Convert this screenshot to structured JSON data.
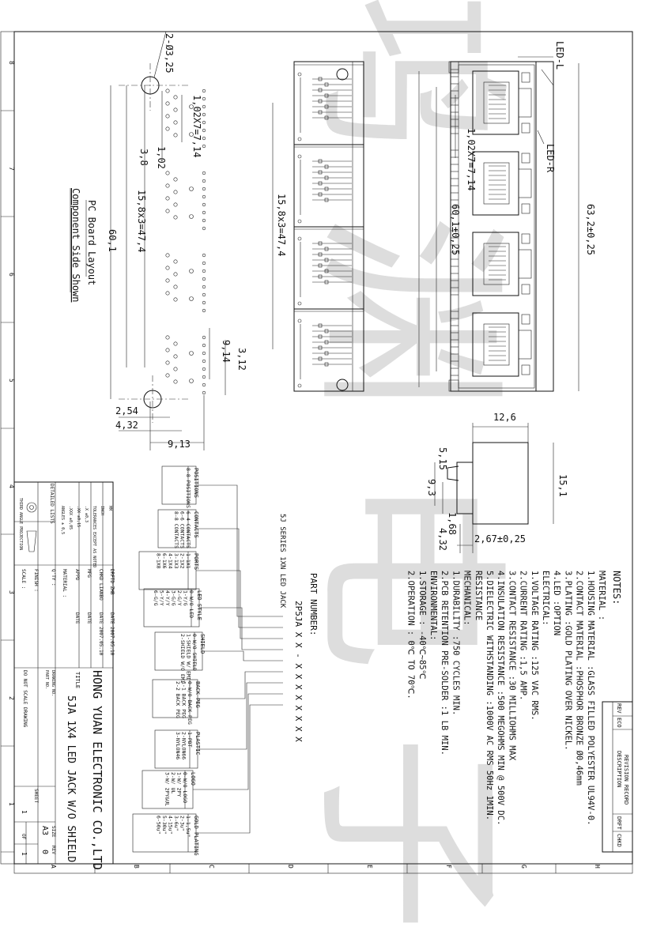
{
  "drawing": {
    "pcb": {
      "title": "PC Board Layout",
      "subtitle": "Component Side Shown",
      "dims": [
        "2-Ø3,25",
        "1,02X7=7,14",
        "1,02",
        "3,8",
        "15,8x3=47,4",
        "60,1",
        "9,14",
        "3,12",
        "2,54",
        "4,32",
        "9,13"
      ]
    },
    "side": {
      "dims": [
        "15,8x3=47,4"
      ]
    },
    "front": {
      "led_l": "LED-L",
      "led_r": "LED-R",
      "dims": [
        "1,02X7=7,14",
        "60,1±0,25",
        "63,2±0,25"
      ]
    },
    "profile": {
      "dims": [
        "12,6",
        "5,15",
        "9,3",
        "1,68",
        "4,32",
        "2,67±0,25",
        "15,1"
      ]
    },
    "notes": {
      "heading": "NOTES:",
      "lines": [
        "MATERIAL :",
        "1.HOUSING MATERIAL        :GLASS FILLED POLYESTER UL94V-0.",
        "2.CONTACT MATERIAL        :PHOSPHOR BRONZE Ø0,46mm",
        "3.PLATING                 :GOLD PLATING OVER NICKEL.",
        "4.LED                     :OPTION",
        "ELECTRICAL:",
        "1.VOLTAGE RATING          :125 VAC RMS.",
        "2.CURRENT RATING          :1,5 AMP.",
        "3.CONTACT RESISTANCE      :30 MILLIOHMS MAX",
        "4.INSULATION RESISTANCE   :500 MEGOHMS MIN @ 500V DC.",
        "5.DIELECTRIC WITHSTANDING :1000V AC RMS 50Hz 1MIN.",
        "  RESISTANCE",
        "MECHANICAL:",
        "1.DURABILITY              :750 CYCLES MIN.",
        "2.PCB RETENTION PRE-SOLDER :1 LB MIN.",
        "ENVIRONMENTAL:",
        "1.STORAGE                 : -40℃~85℃",
        "2.OPERATION               : 0℃ TO 70℃."
      ]
    },
    "part_number": {
      "series": "5J SERIES 1XN LED JACK",
      "label": "PART NUMBER:",
      "code": "2P5JA   X   X  -  X   X   X   X   X   X   X   X",
      "boxes": [
        {
          "title": "POSITIONS",
          "items": [
            "8-8 POSITIONS"
          ]
        },
        {
          "title": "CONTACTS",
          "items": [
            "6-4 CONTACTS",
            "6-6 CONTACTS",
            "8-8 CONTACTS"
          ]
        },
        {
          "title": "PORTS",
          "items": [
            "1-1X1",
            "2-1X2",
            "3-1X3",
            "4-1X4",
            "6-1X6",
            "8-1X8"
          ]
        },
        {
          "title": "LED STYLE",
          "items": [
            "0-W/O LED",
            "1-Y/G",
            "2-G/Y",
            "3-G/G",
            "4-Y/Y",
            "5-Y/Y",
            "6-G/G"
          ]
        },
        {
          "title": "SHIELD",
          "items": [
            "0-W/O SHIELD",
            "1-SHIELD W/ EMI",
            "2-SHIELD W/O EMI"
          ]
        },
        {
          "title": "BACK PEG",
          "items": [
            "0-W/O BACK PEG",
            "1-1 BACK PEG",
            "2-2 BACK PEG"
          ]
        },
        {
          "title": "PLASTIC",
          "items": [
            "1-PBT",
            "2-NYLON66",
            "3-NYLON46"
          ]
        },
        {
          "title": "LOGO",
          "items": [
            "0-W/O LOGO",
            "1-W/ 2PY",
            "2-W/ UL",
            "3-W/ 2PY&UL"
          ]
        },
        {
          "title": "GOLD PLATING",
          "items": [
            "1-1,5u\"",
            "2-3u\"",
            "3-6u\"",
            "4-15u\"",
            "5-30u\"",
            "6-50u\""
          ]
        }
      ]
    },
    "revision": {
      "title": "REVISION RECORD",
      "cols": [
        "REV",
        "ECO",
        "DESCRIPTION",
        "DRFT",
        "CHKD"
      ]
    },
    "title_block": {
      "company": "HONG YUAN ELECTRONIC CO.,LTD",
      "title_label": "TITLE",
      "title": "5JA 1X4 LED JACK W/O SHIELD",
      "drawing_no_label": "DRAWING NO.",
      "part_no_label": "PART NO.",
      "size_label": "SIZE",
      "size": "A3",
      "rev_label": "REV",
      "rev": "0",
      "sheet_label": "SHEET",
      "sheet": "1",
      "of_label": "OF",
      "of": "1",
      "scale_label": "SCALE :",
      "note": "DO NOT SCALE DRAWING",
      "drawn": "DRFTD  ZHB",
      "drawn_date": "DATE 2007.05.10",
      "checked": "CHKD  LIANBO",
      "checked_date": "DATE 2007.05.10",
      "mfg": "MFG",
      "appd": "APPD",
      "date_label": "DATE",
      "qty": "Q'TY :",
      "material": "MATERIAL :",
      "finish": "FINISH :",
      "tol_title": "DETAILED LISTS",
      "tol_lines": [
        "MM",
        "INCH",
        "TOLERANCES EXCEPT AS NOTED",
        ".X ±0,3",
        ".XX ±0,15",
        ".XXX ±0,05",
        "ANGLES ± 0,5"
      ],
      "projection": "THIRD ANGLE PROJECTION"
    },
    "frame": {
      "row_marks": [
        "8",
        "7",
        "6",
        "5",
        "4",
        "3",
        "2",
        "1"
      ],
      "col_marks": [
        "A",
        "B",
        "C",
        "D",
        "E",
        "F",
        "G",
        "H"
      ],
      "watermark": "鸿 渊 电 子"
    }
  }
}
